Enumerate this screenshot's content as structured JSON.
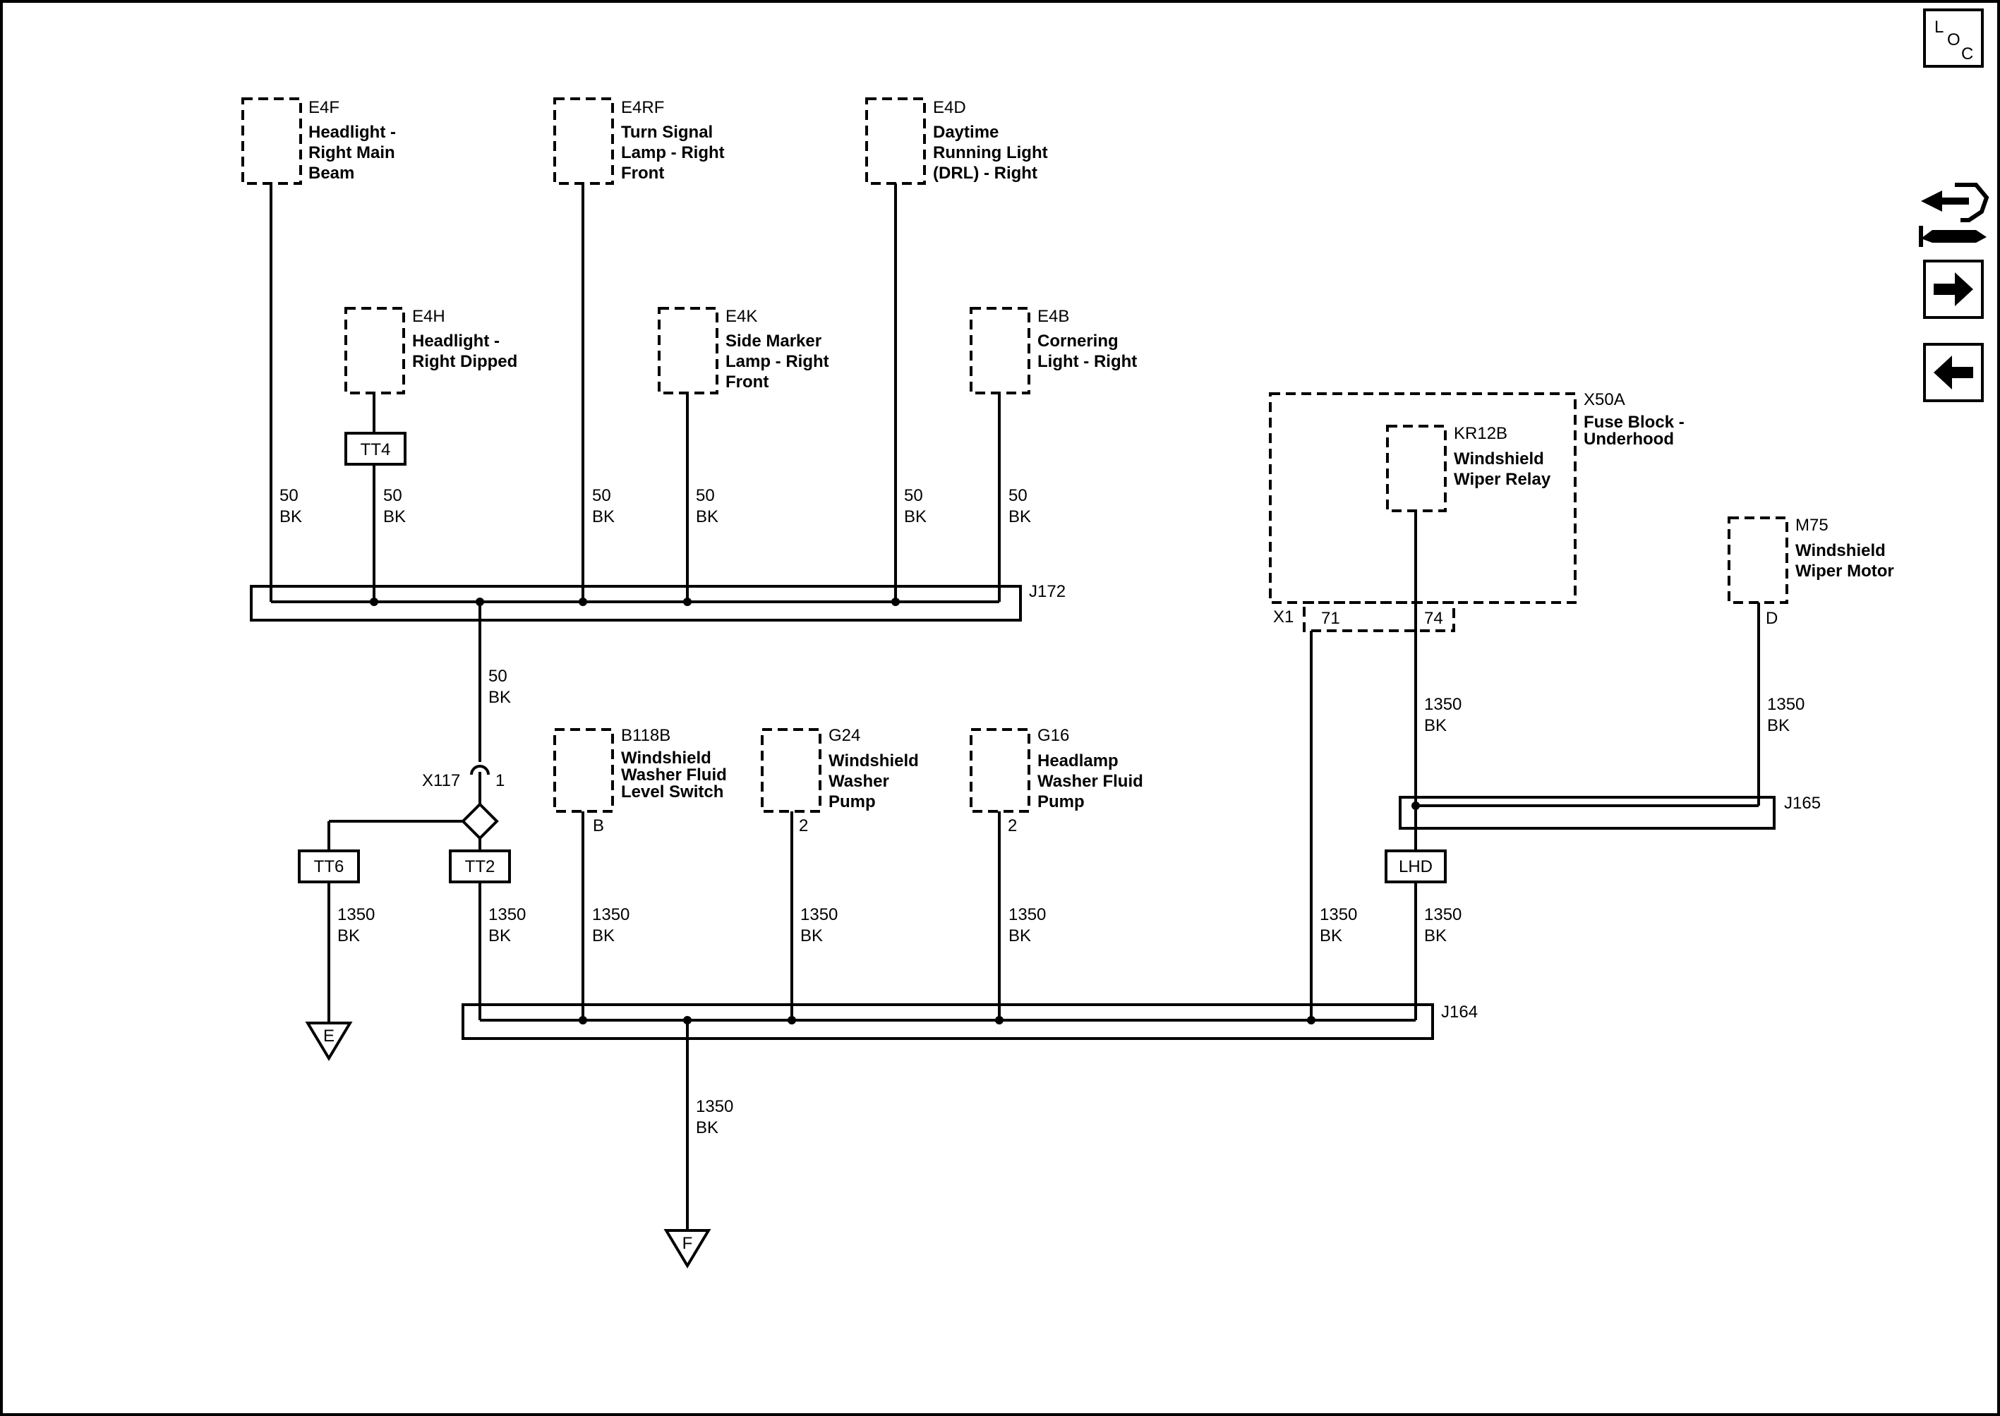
{
  "nav": {
    "loc_l": "L",
    "loc_o": "O",
    "loc_c": "C"
  },
  "components": {
    "e4f": {
      "id": "E4F",
      "lines": [
        "Headlight -",
        "Right Main",
        "Beam"
      ]
    },
    "e4rf": {
      "id": "E4RF",
      "lines": [
        "Turn Signal",
        "Lamp - Right",
        "Front"
      ]
    },
    "e4d": {
      "id": "E4D",
      "lines": [
        "Daytime",
        "Running Light",
        "(DRL) - Right"
      ]
    },
    "e4h": {
      "id": "E4H",
      "lines": [
        "Headlight -",
        "Right Dipped"
      ]
    },
    "e4k": {
      "id": "E4K",
      "lines": [
        "Side Marker",
        "Lamp - Right",
        "Front"
      ]
    },
    "e4b": {
      "id": "E4B",
      "lines": [
        "Cornering",
        "Light - Right"
      ]
    },
    "x50a": {
      "id": "X50A",
      "lines": [
        "Fuse Block -",
        "Underhood"
      ]
    },
    "kr12b": {
      "id": "KR12B",
      "lines": [
        "Windshield",
        "Wiper Relay"
      ]
    },
    "m75": {
      "id": "M75",
      "lines": [
        "Windshield",
        "Wiper Motor"
      ]
    },
    "b118b": {
      "id": "B118B",
      "lines": [
        "Windshield",
        "Washer Fluid",
        "Level Switch"
      ]
    },
    "g24": {
      "id": "G24",
      "lines": [
        "Windshield",
        "Washer",
        "Pump"
      ]
    },
    "g16": {
      "id": "G16",
      "lines": [
        "Headlamp",
        "Washer Fluid",
        "Pump"
      ]
    }
  },
  "splices": {
    "j172": "J172",
    "j165": "J165",
    "j164": "J164"
  },
  "tags": {
    "tt4": "TT4",
    "tt6": "TT6",
    "tt2": "TT2",
    "lhd": "LHD"
  },
  "connector": {
    "x117": "X117",
    "x117_pin": "1",
    "x1": "X1"
  },
  "pins": {
    "p71": "71",
    "p74": "74",
    "m75": "D",
    "b118b": "B",
    "g24": "2",
    "g16": "2"
  },
  "wires": {
    "gauge_50": "50",
    "gauge_1350": "1350",
    "color": "BK"
  },
  "grounds": {
    "e": "E",
    "f": "F"
  }
}
